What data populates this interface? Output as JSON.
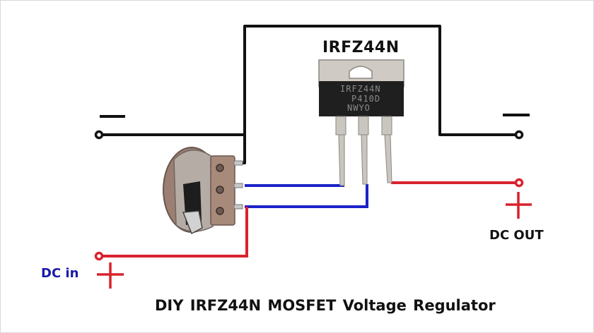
{
  "diagram": {
    "title": "DIY  IRFZ44N MOSFET   Voltage Regulator",
    "component_label": "IRFZ44N",
    "mosfet_markings": [
      "IRFZ44N",
      "P410D",
      "NWYO"
    ],
    "input": {
      "label": "DC in",
      "positive_symbol": "+",
      "negative_symbol": "—"
    },
    "output": {
      "label": "DC OUT",
      "positive_symbol": "+",
      "negative_symbol": "—"
    },
    "components": [
      "potentiometer",
      "IRFZ44N MOSFET"
    ],
    "colors": {
      "ground_wire": "#111111",
      "positive_wire": "#d9222e",
      "signal_wire": "#1c22c8",
      "input_label": "#1a1aa8"
    }
  }
}
